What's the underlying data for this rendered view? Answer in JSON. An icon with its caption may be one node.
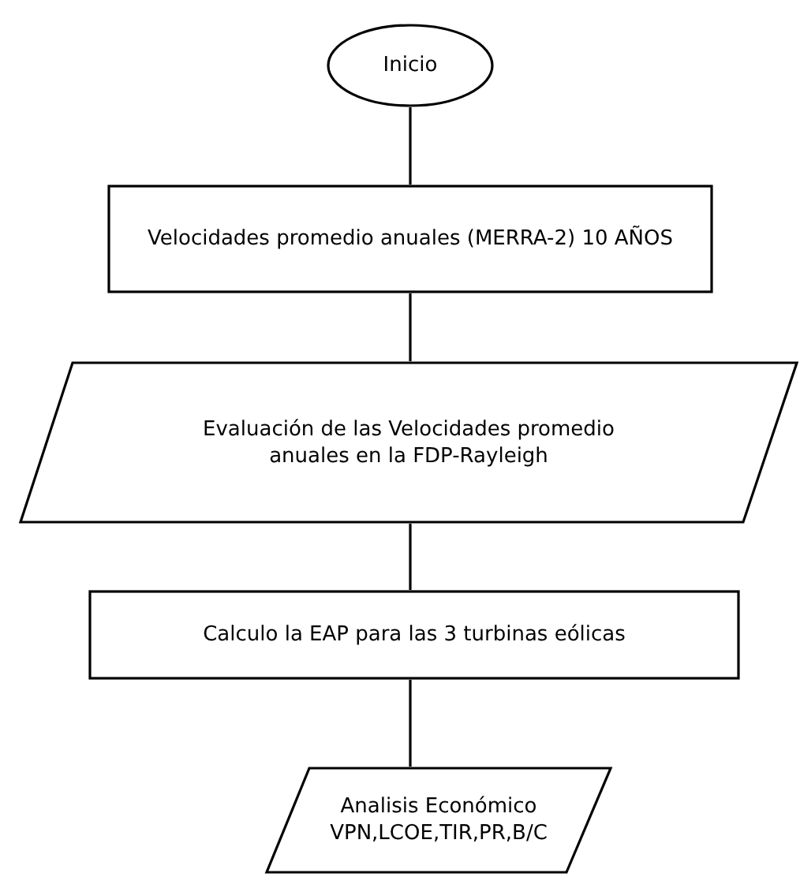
{
  "diagram": {
    "nodes": [
      {
        "text": [
          "Inicio"
        ]
      },
      {
        "text": [
          "Velocidades promedio anuales (MERRA-2) 10 AÑOS"
        ]
      },
      {
        "text": [
          "Evaluación de las Velocidades promedio anuales en la FDP-Rayleigh"
        ]
      },
      {
        "text": [
          "Calculo la EAP para las 3 turbinas eólicas"
        ]
      },
      {
        "text": [
          "Analisis Económico VPN,LCOE,TIR,PR,B/C"
        ]
      }
    ],
    "edges": [
      {
        "from": 0,
        "to": 1,
        "arrow": "none"
      },
      {
        "from": 1,
        "to": 2,
        "arrow": "none"
      },
      {
        "from": 2,
        "to": 3,
        "arrow": "none"
      },
      {
        "from": 3,
        "to": 4,
        "arrow": "none"
      }
    ]
  }
}
